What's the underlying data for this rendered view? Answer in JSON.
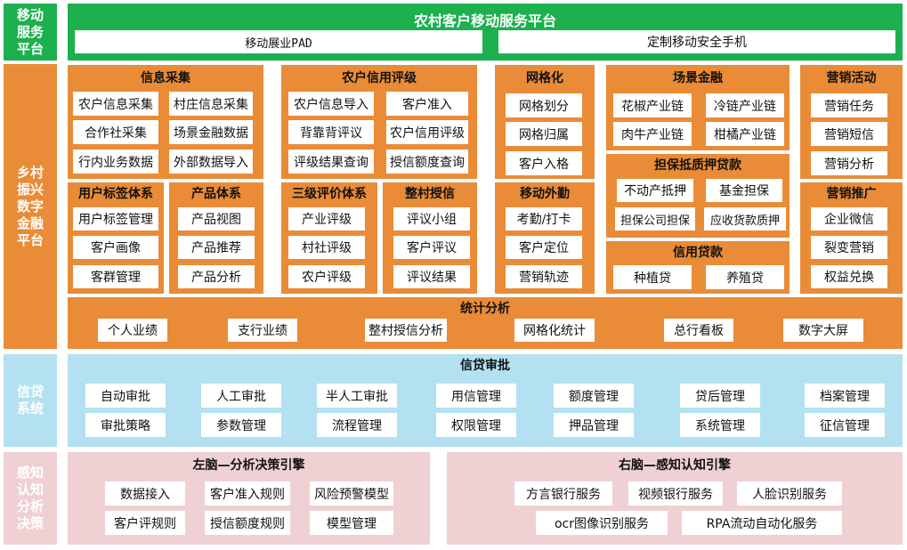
{
  "rows": {
    "mobile": "移动\n服务\n平台",
    "rural": "乡村\n振兴\n数字\n金融\n平台",
    "credit": "信贷\n系统",
    "perception": "感知\n认知\n分析\n决策"
  },
  "mobile_platform": {
    "title": "农村客户移动服务平台",
    "items": [
      "移动展业PAD",
      "定制移动安全手机"
    ]
  },
  "info_collect": {
    "title": "信息采集",
    "items": [
      "农户信息采集",
      "村庄信息采集",
      "合作社采集",
      "场景金融数据",
      "行内业务数据",
      "外部数据导入"
    ]
  },
  "user_tags": {
    "title": "用户标签体系",
    "items": [
      "用户标签管理",
      "客户画像",
      "客群管理"
    ]
  },
  "products": {
    "title": "产品体系",
    "items": [
      "产品视图",
      "产品推荐",
      "产品分析"
    ]
  },
  "credit_rating": {
    "title": "农户信用评级",
    "items": [
      "农户信息导入",
      "客户准入",
      "背靠背评议",
      "农户信用评级",
      "评级结果查询",
      "授信额度查询"
    ]
  },
  "three_level": {
    "title": "三级评价体系",
    "items": [
      "产业评级",
      "村社评级",
      "农户评级"
    ]
  },
  "village_credit": {
    "title": "整村授信",
    "items": [
      "评议小组",
      "客户评议",
      "评议结果"
    ]
  },
  "grid": {
    "title": "网格化",
    "items": [
      "网格划分",
      "网格归属",
      "客户入格"
    ]
  },
  "mobile_field": {
    "title": "移动外勤",
    "items": [
      "考勤/打卡",
      "客户定位",
      "营销轨迹"
    ]
  },
  "scene_finance": {
    "title": "场景金融",
    "items": [
      "花椒产业链",
      "冷链产业链",
      "肉牛产业链",
      "柑橘产业链"
    ]
  },
  "guarantee": {
    "title": "担保抵质押贷款",
    "items": [
      "不动产抵押",
      "基金担保",
      "担保公司担保",
      "应收货款质押"
    ]
  },
  "credit_loan": {
    "title": "信用贷款",
    "items": [
      "种植贷",
      "养殖贷"
    ]
  },
  "marketing": {
    "title": "营销活动",
    "items": [
      "营销任务",
      "营销短信",
      "营销分析"
    ]
  },
  "promotion": {
    "title": "营销推广",
    "items": [
      "企业微信",
      "裂变营销",
      "权益兑换"
    ]
  },
  "stats": {
    "title": "统计分析",
    "items": [
      "个人业绩",
      "支行业绩",
      "整村授信分析",
      "网格化统计",
      "总行看板",
      "数字大屏"
    ]
  },
  "approval": {
    "title": "信贷审批",
    "items": [
      "自动审批",
      "人工审批",
      "半人工审批",
      "用信管理",
      "额度管理",
      "贷后管理",
      "档案管理",
      "审批策略",
      "参数管理",
      "流程管理",
      "权限管理",
      "押品管理",
      "系统管理",
      "征信管理"
    ]
  },
  "left_brain": {
    "title": "左脑—分析决策引擎",
    "items": [
      "数据接入",
      "客户准入规则",
      "风险预警模型",
      "客户评规则",
      "授信额度规则",
      "模型管理"
    ]
  },
  "right_brain": {
    "title": "右脑—感知认知引擎",
    "items": [
      "方言银行服务",
      "视频银行服务",
      "人脸识别服务",
      "ocr图像识别服务",
      "RPA流动自动化服务"
    ]
  },
  "colors": {
    "green": "#1cb04e",
    "orange": "#e98b37",
    "blue": "#b3e1f2",
    "pink": "#efd1d4"
  }
}
